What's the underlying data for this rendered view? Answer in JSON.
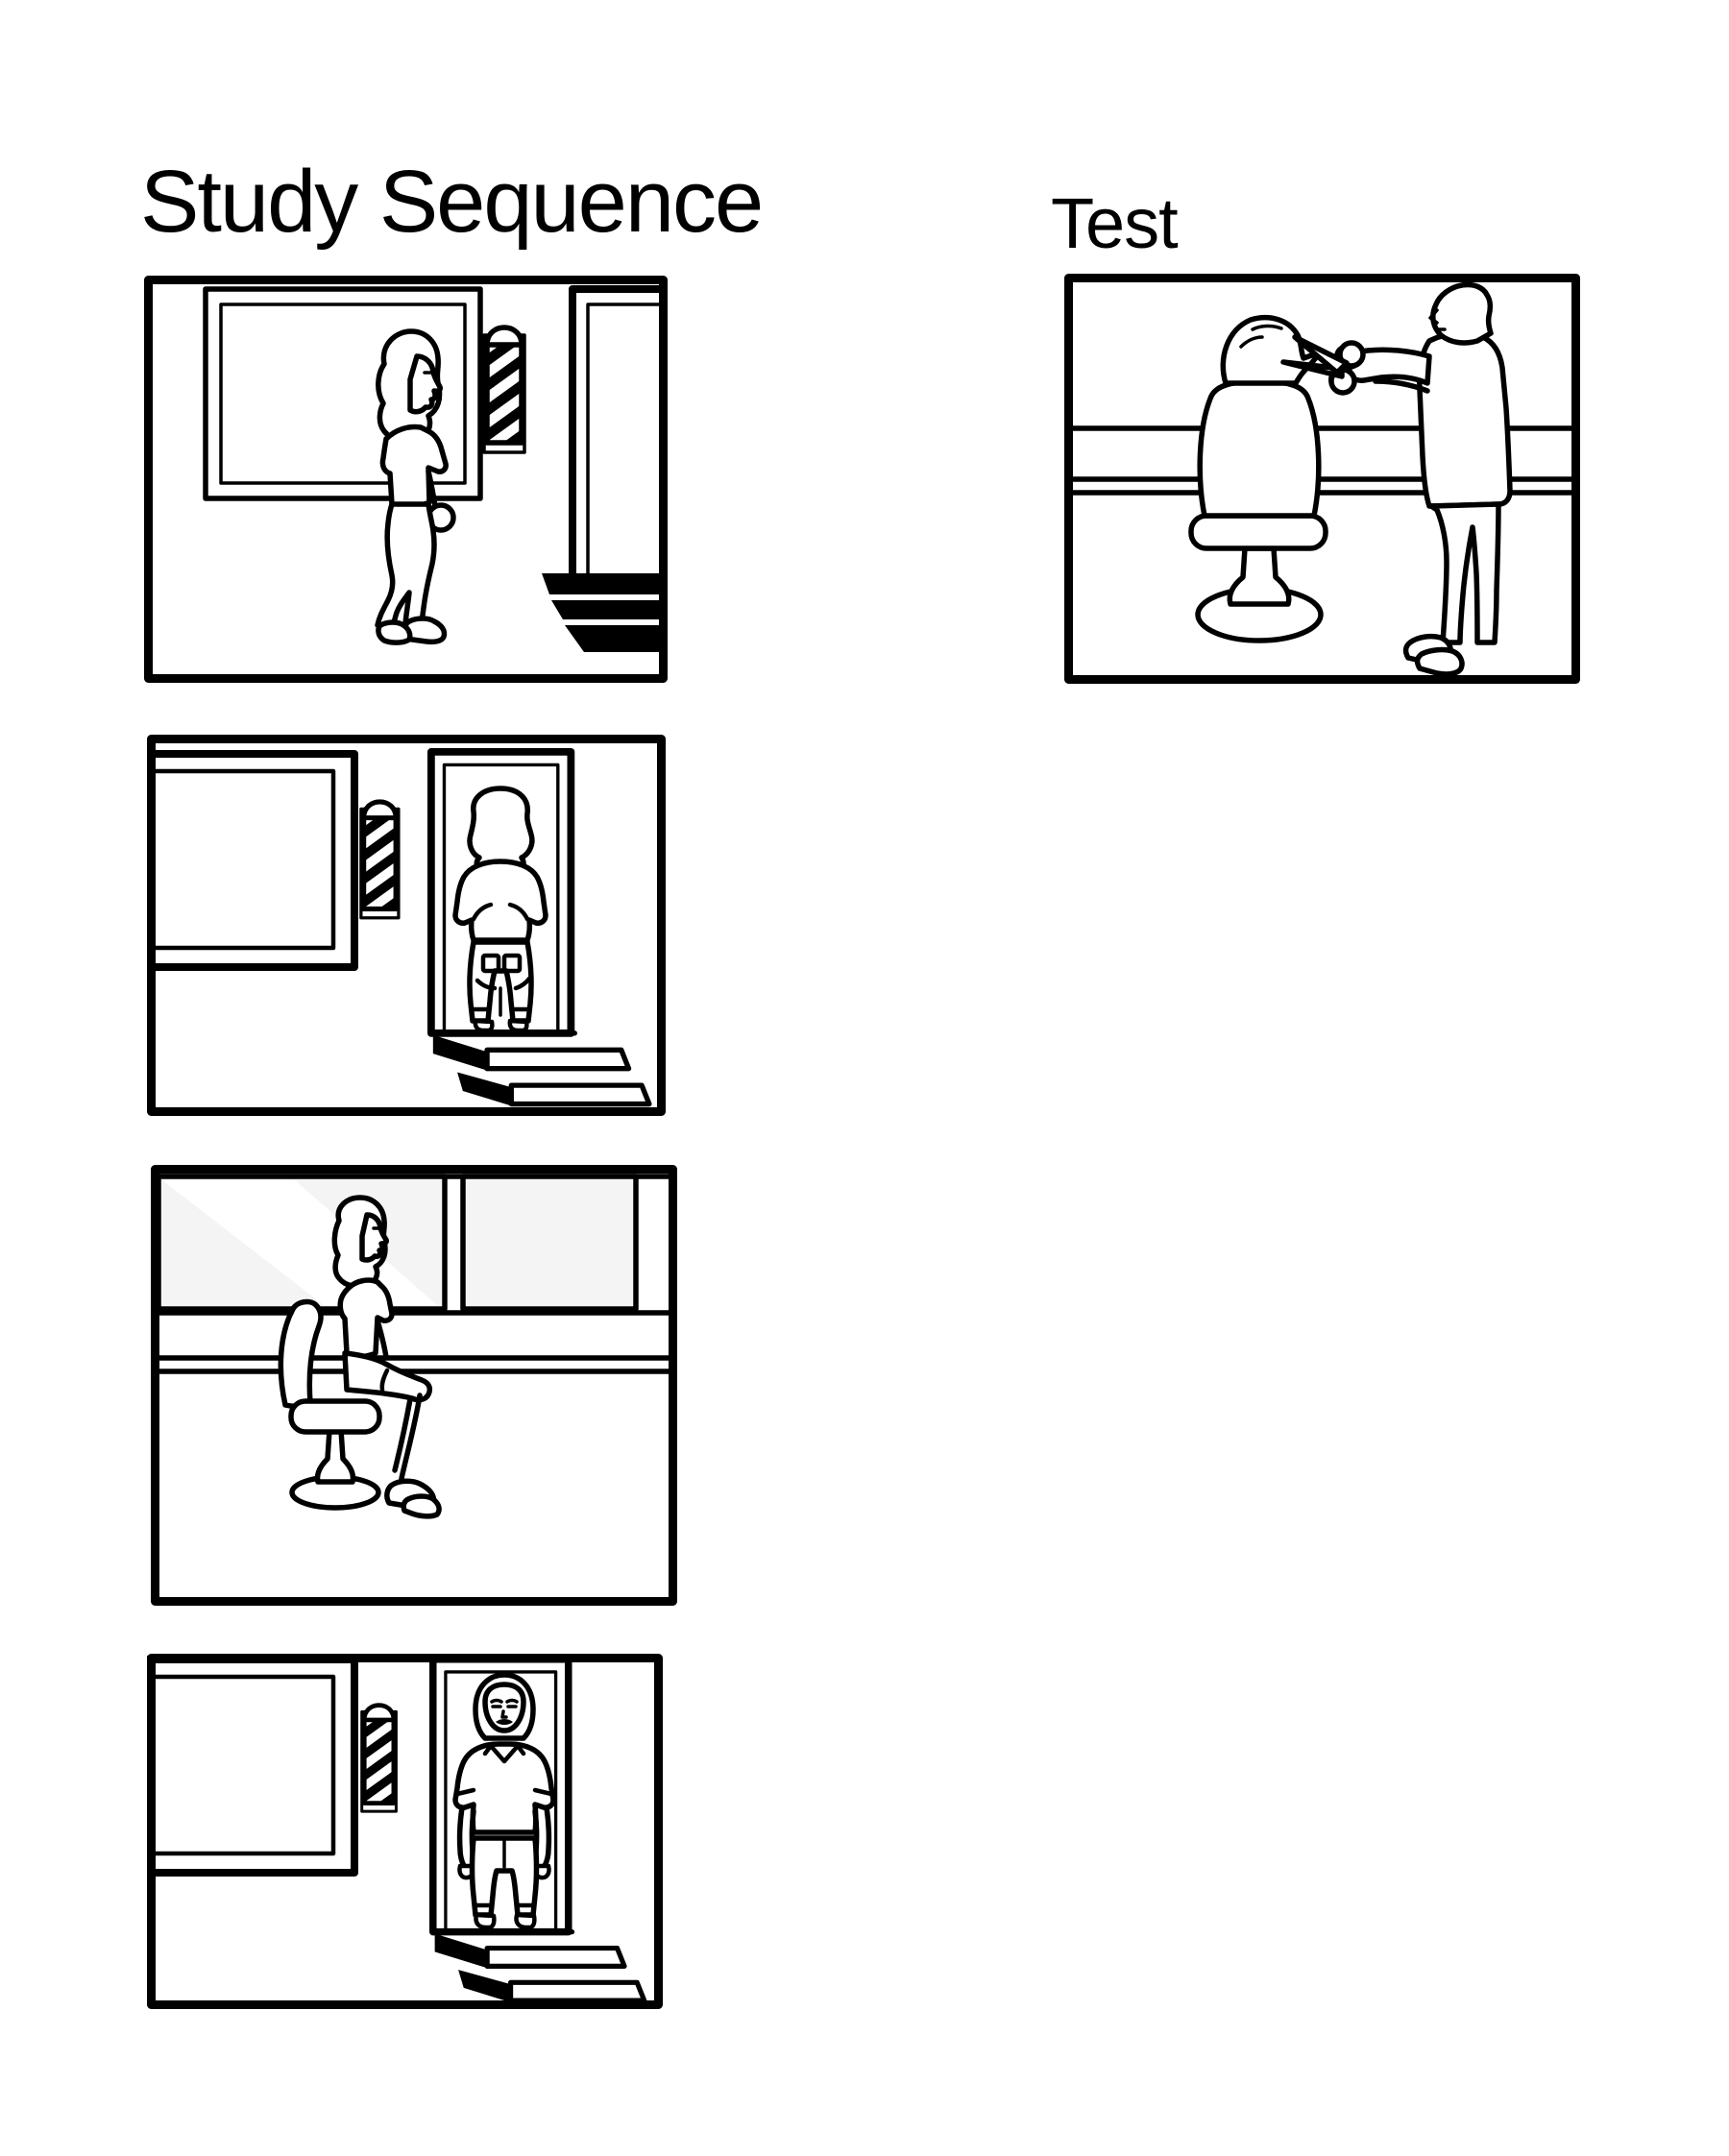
{
  "figure": {
    "title_study": "Study Sequence",
    "title_test": "Test"
  },
  "panels": [
    {
      "id": "study-1",
      "description": "Woman in profile walking past barbershop picture window toward barber pole and entrance with dark steps"
    },
    {
      "id": "study-2",
      "description": "Woman seen from behind standing in barbershop doorway at top of steps, window and barber pole at left"
    },
    {
      "id": "study-3",
      "description": "Woman in profile seated on pedestal chair inside barbershop below two windows"
    },
    {
      "id": "study-4",
      "description": "Woman facing viewer standing in barbershop doorway at top of steps, window and barber pole at left"
    },
    {
      "id": "test",
      "description": "Barber holding scissors cutting hair of client seated in pedestal barber chair"
    }
  ],
  "colors": {
    "ink": "#000000",
    "paper": "#ffffff",
    "glass": "#f4f4f4"
  }
}
